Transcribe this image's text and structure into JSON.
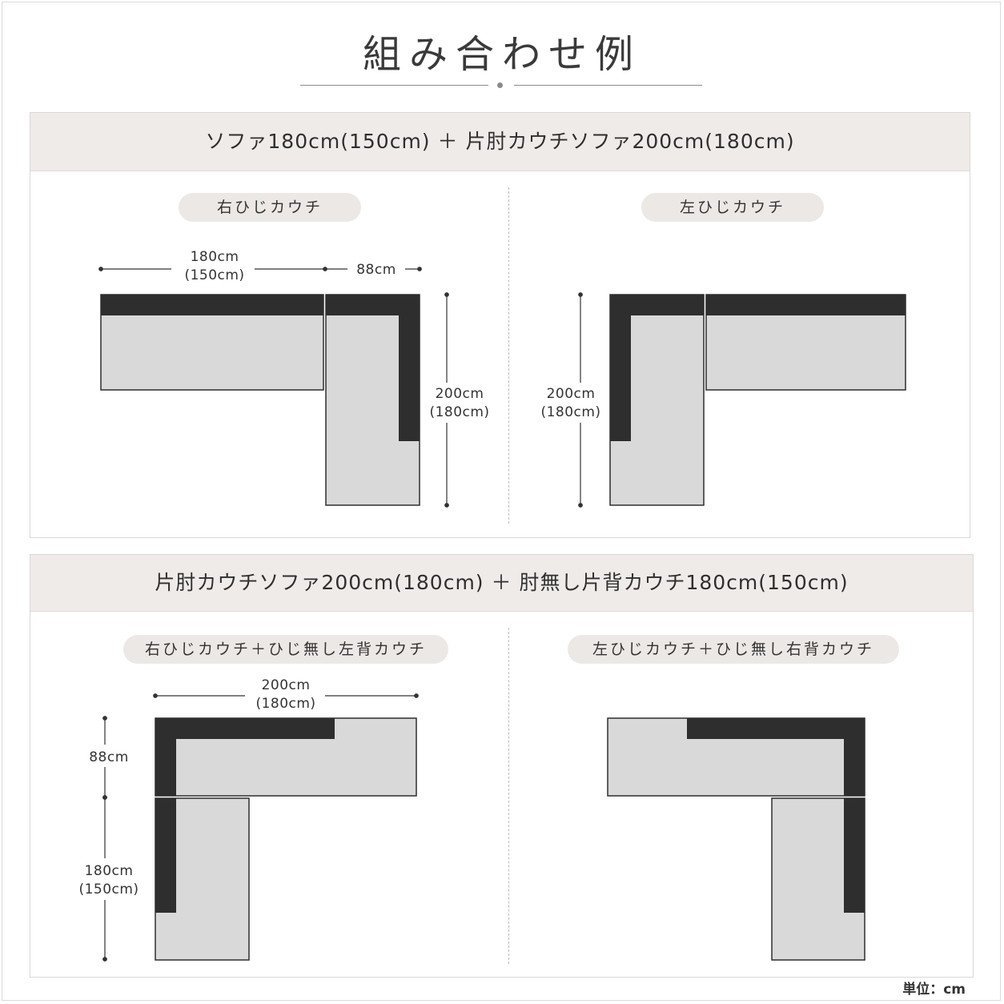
{
  "page_title": "組み合わせ例",
  "unit_note": "単位：cm",
  "panels": [
    {
      "header": "ソファ180cm(150cm) ＋ 片肘カウチソファ200cm(180cm)",
      "left": {
        "label": "右ひじカウチ",
        "dims": {
          "width_main": "180cm",
          "width_main_alt": "(150cm)",
          "width_couch": "88cm",
          "depth": "200cm",
          "depth_alt": "(180cm)"
        }
      },
      "right": {
        "label": "左ひじカウチ",
        "dims": {
          "depth": "200cm",
          "depth_alt": "(180cm)"
        }
      }
    },
    {
      "header": "片肘カウチソファ200cm(180cm) ＋ 肘無し片背カウチ180cm(150cm)",
      "left": {
        "label": "右ひじカウチ＋ひじ無し左背カウチ",
        "dims": {
          "width": "200cm",
          "width_alt": "(180cm)",
          "depth_top": "88cm",
          "depth_bottom": "180cm",
          "depth_bottom_alt": "(150cm)"
        }
      },
      "right": {
        "label": "左ひじカウチ＋ひじ無し右背カウチ"
      }
    }
  ],
  "colors": {
    "backrest": "#2e2e2e",
    "seat": "#d9d9d9",
    "header_bg": "#efebe8",
    "pill_bg": "#ece8e5"
  }
}
